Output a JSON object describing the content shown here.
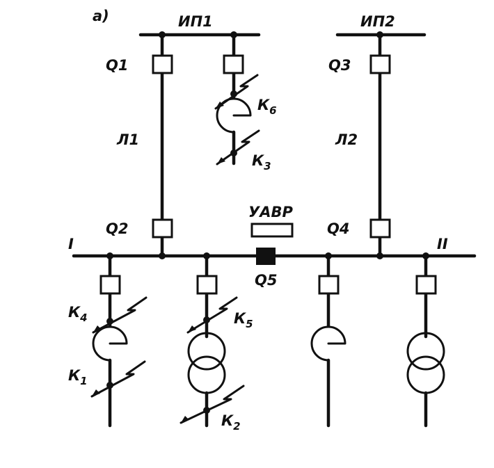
{
  "panel_label": "а)",
  "sources": {
    "ip1": "ИП1",
    "ip2": "ИП2"
  },
  "breakers": {
    "q1": "Q1",
    "q2": "Q2",
    "q3": "Q3",
    "q4": "Q4",
    "q5": "Q5"
  },
  "lines": {
    "l1": "Л1",
    "l2": "Л2"
  },
  "buses": {
    "section1": "I",
    "section2": "II"
  },
  "avr": "УАВР",
  "faults": {
    "k1": {
      "main": "К",
      "sub": "1"
    },
    "k2": {
      "main": "К",
      "sub": "2"
    },
    "k3": {
      "main": "К",
      "sub": "3"
    },
    "k4": {
      "main": "К",
      "sub": "4"
    },
    "k5": {
      "main": "К",
      "sub": "5"
    },
    "k6": {
      "main": "К",
      "sub": "6"
    }
  }
}
